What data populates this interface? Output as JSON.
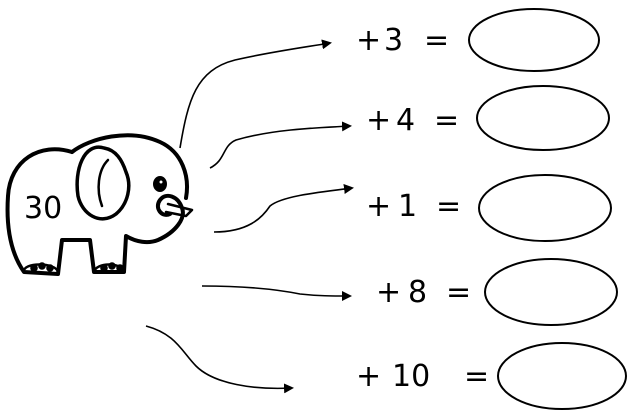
{
  "start_number": "30",
  "image": "elephant",
  "equations": [
    {
      "operator": "+",
      "operand": "3",
      "equals": "=",
      "answer": ""
    },
    {
      "operator": "+",
      "operand": "4",
      "equals": "=",
      "answer": ""
    },
    {
      "operator": "+",
      "operand": "1",
      "equals": "=",
      "answer": ""
    },
    {
      "operator": "+",
      "operand": "8",
      "equals": "=",
      "answer": ""
    },
    {
      "operator": "+",
      "operand": "10",
      "equals": "=",
      "answer": ""
    }
  ]
}
